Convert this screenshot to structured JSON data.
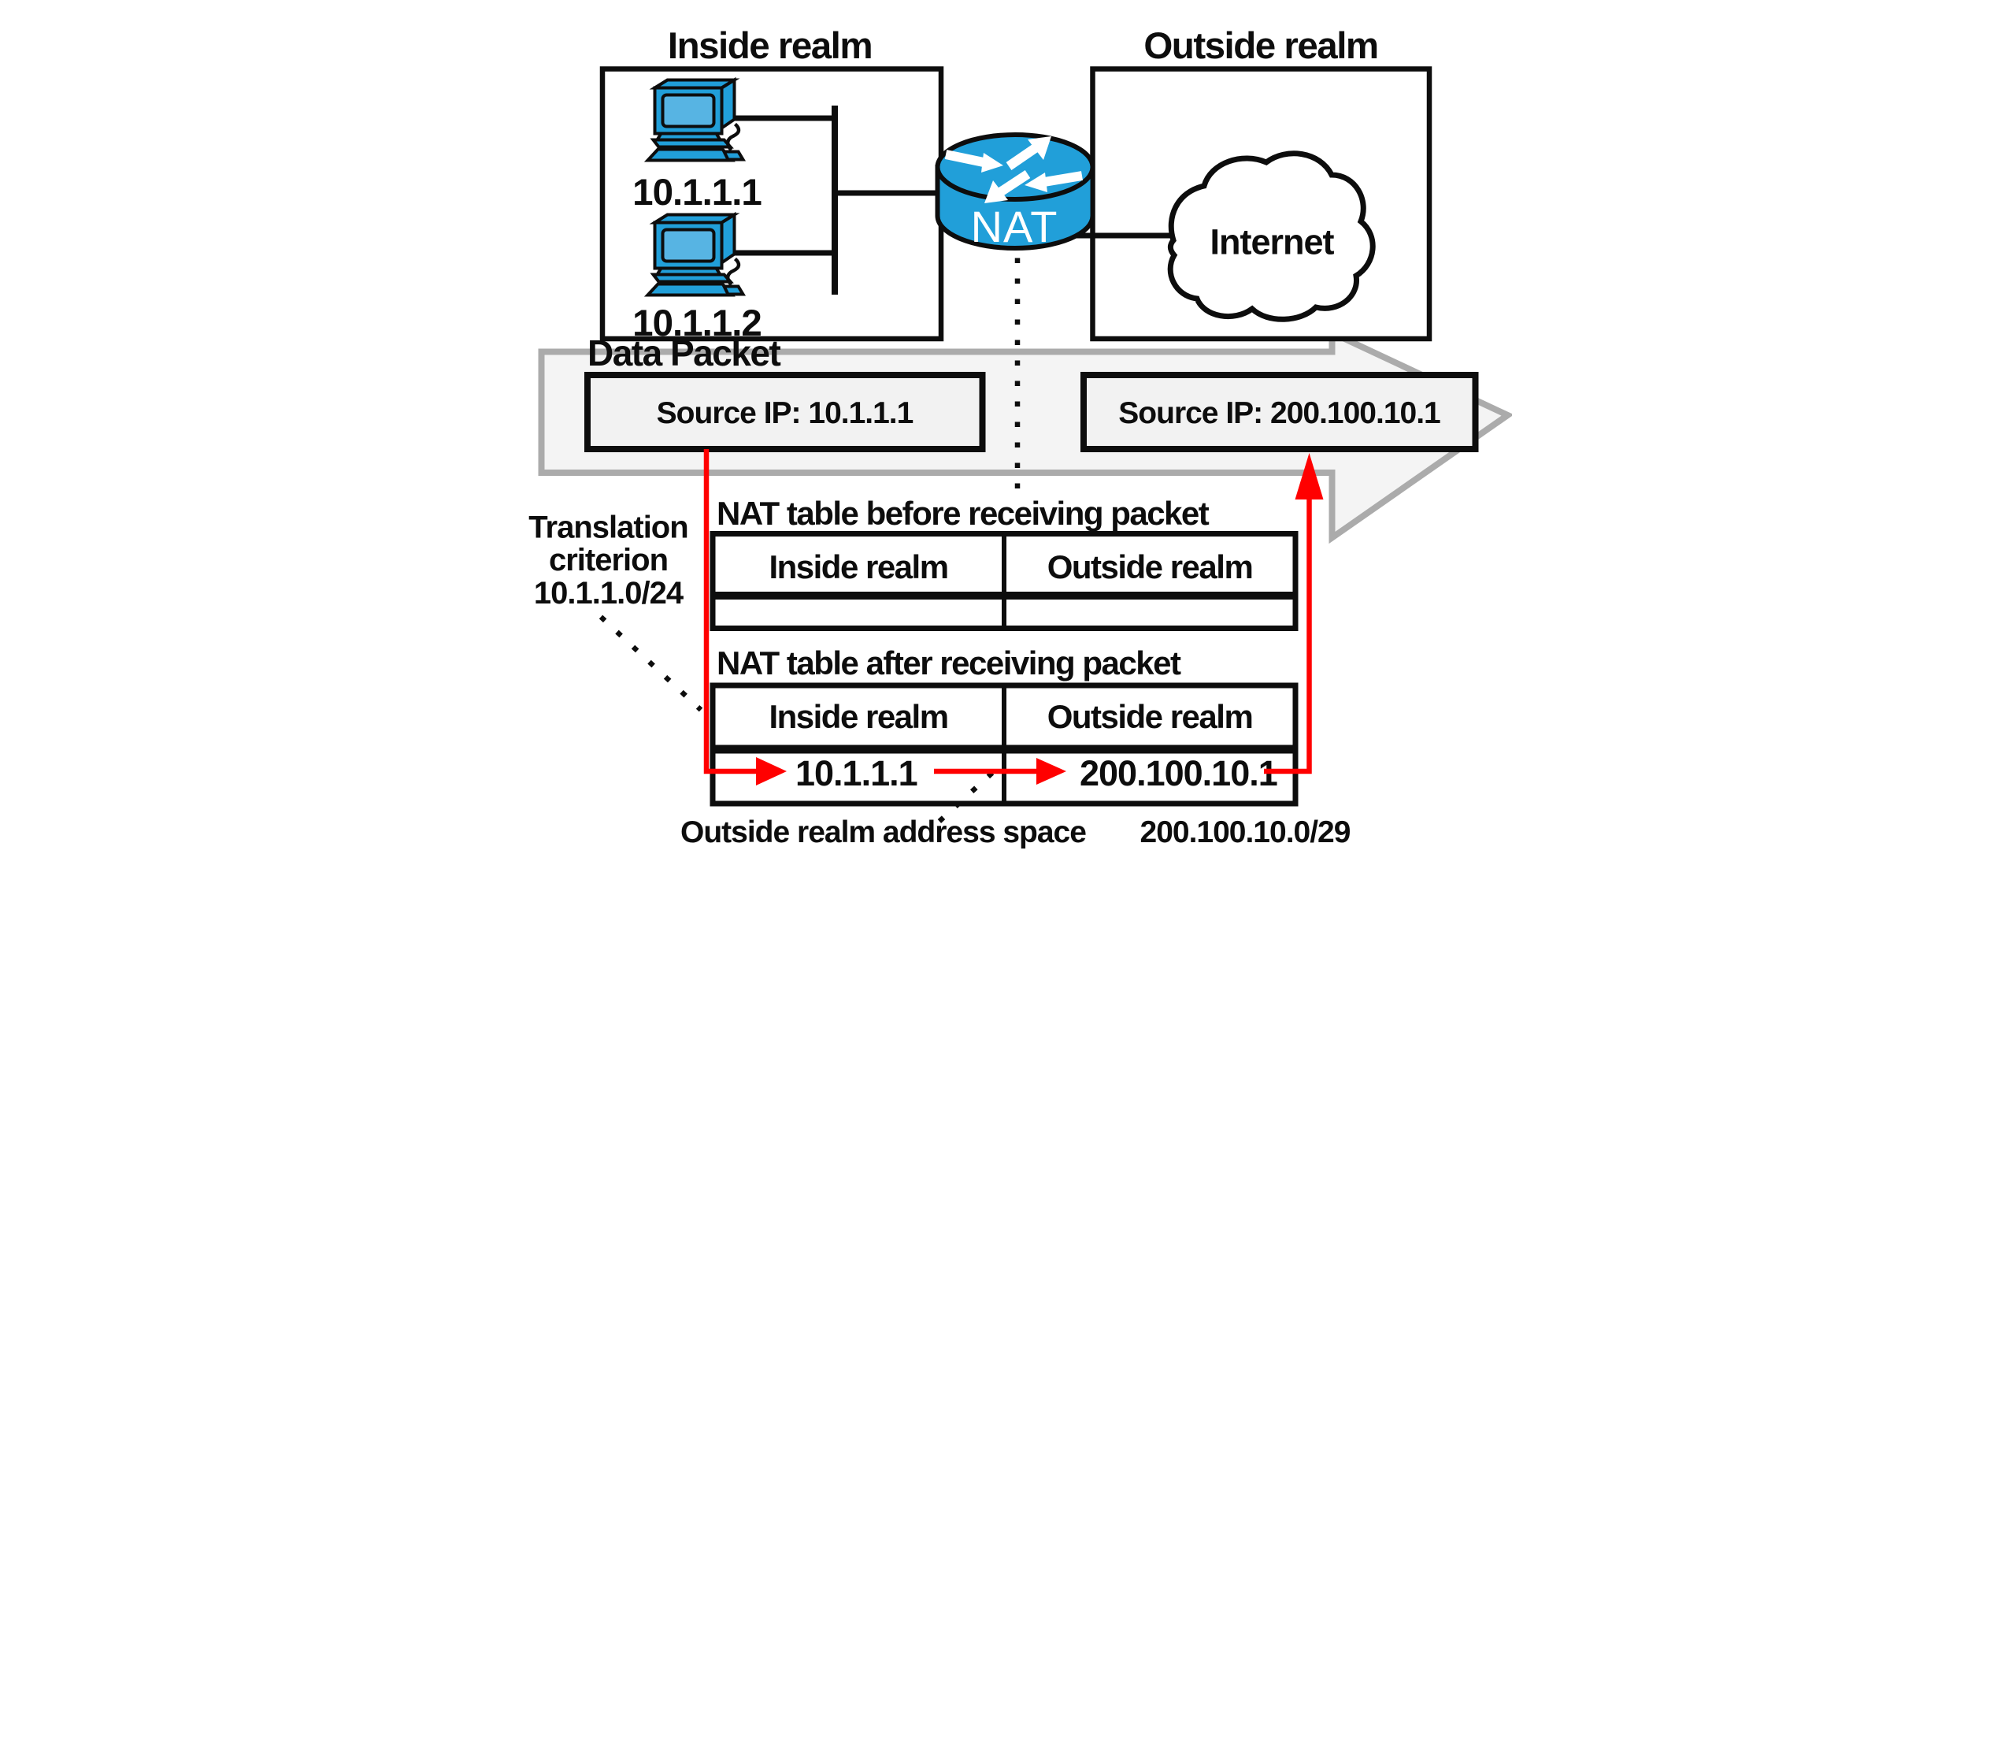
{
  "diagram": {
    "inside_realm": {
      "title": "Inside realm",
      "hosts": [
        {
          "ip": "10.1.1.1"
        },
        {
          "ip": "10.1.1.2"
        }
      ]
    },
    "outside_realm": {
      "title": "Outside realm",
      "cloud_label": "Internet"
    },
    "router": {
      "label": "NAT"
    },
    "data_packet": {
      "label": "Data Packet",
      "source_ip_inside": "Source IP: 10.1.1.1",
      "source_ip_outside": "Source IP: 200.100.10.1"
    },
    "translation_criterion": {
      "line1": "Translation",
      "line2": "criterion",
      "line3": "10.1.1.0/24"
    },
    "nat_table_before": {
      "title": "NAT table before receiving packet",
      "columns": [
        "Inside realm",
        "Outside realm"
      ],
      "rows": [
        [
          "",
          ""
        ]
      ]
    },
    "nat_table_after": {
      "title": "NAT table after receiving packet",
      "columns": [
        "Inside realm",
        "Outside realm"
      ],
      "rows": [
        [
          "10.1.1.1",
          "200.100.10.1"
        ]
      ]
    },
    "outside_address_space": {
      "label": "Outside realm address space",
      "value": "200.100.10.0/29"
    },
    "colors": {
      "device_blue": "#219FD9",
      "screen_blue": "#57B4E3",
      "flow_red": "#FF0000",
      "arrow_fill": "#F4F4F4",
      "arrow_stroke": "#ABABAB",
      "packet_box_fill": "#F2F2F2",
      "outline_black": "#0D0D0D"
    }
  }
}
